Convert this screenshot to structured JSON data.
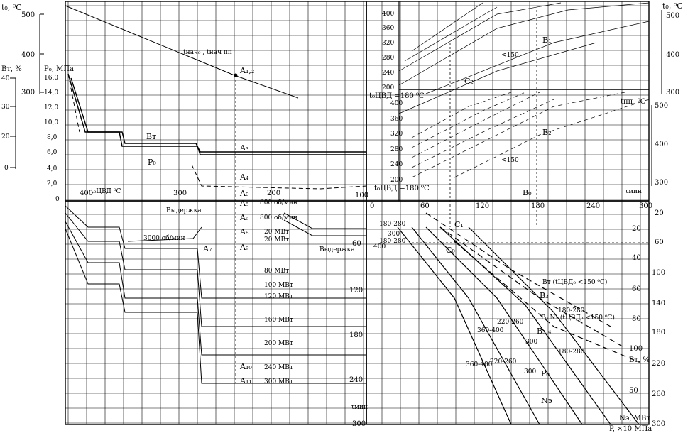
{
  "left_axes": {
    "t0": {
      "label": "t₀, ⁰C",
      "ticks": [
        "500",
        "400",
        "300"
      ]
    },
    "bt": {
      "label": "Вт, %",
      "ticks": [
        "40",
        "30",
        "20",
        "0"
      ]
    },
    "p0": {
      "label": "P₀, МПа",
      "ticks": [
        "16,0",
        "14,0",
        "12,0",
        "10,0",
        "8,0",
        "6,0",
        "4,0",
        "2,0",
        "0"
      ]
    }
  },
  "right_axes": {
    "t0": {
      "label": "t₀, ⁰C",
      "ticks": [
        "500",
        "400",
        "300"
      ]
    },
    "tpp": {
      "label": "tпп, ⁰C",
      "ticks": [
        "500",
        "400",
        "300"
      ]
    },
    "bt_bottom": {
      "label": "Вт, %",
      "ticks": [
        "100",
        "50"
      ]
    }
  },
  "top_inner_scale": {
    "ticks": [
      "400",
      "360",
      "320",
      "280",
      "240",
      "200"
    ]
  },
  "mid_inner_scale": {
    "ticks": [
      "400",
      "360",
      "320",
      "280",
      "240",
      "200"
    ]
  },
  "time_axis_left": {
    "label": "τмин",
    "ticks": [
      "400",
      "300",
      "200",
      "100"
    ]
  },
  "time_axis_right": {
    "label": "τмин",
    "ticks": [
      "0",
      "60",
      "120",
      "180",
      "240",
      "300"
    ]
  },
  "inner_tcvd": {
    "label": "t₀ЦВД ⁰C"
  },
  "tcvd_top": {
    "text": "t₀ЦВД =180 ⁰C"
  },
  "tcvd_bottom": {
    "text": "t₀ЦВД =180 ⁰C"
  },
  "tcvd_scale_right": {
    "ticks": [
      "20",
      "60",
      "100",
      "140",
      "180",
      "220",
      "260",
      "300"
    ]
  },
  "mid_vertical_ticks": {
    "ticks": [
      "20",
      "40",
      "60",
      "80",
      "100"
    ]
  },
  "bottom_left_ticks": {
    "ticks": [
      "60",
      "120",
      "180",
      "240",
      "300"
    ]
  },
  "tau_min_mid": {
    "text": "τмин"
  },
  "annotations": {
    "A12": "A₁,₂",
    "A3": "A₃",
    "A4": "A₄",
    "A0": "A₀",
    "A5": "A₅",
    "A6": "A₆",
    "A7": "A₇",
    "A8": "A₈",
    "A9": "A₉",
    "A10": "A₁₀",
    "A11": "A₁₁",
    "B0": "B₀",
    "B1": "B₁",
    "B2": "B₂",
    "B3": "B₃",
    "B34": "B₃,₄",
    "C1": "C₁",
    "C0": "C₀",
    "C2": "C₂",
    "Bt": "Вт",
    "P0": "P₀",
    "P0_bottom": "P₀",
    "Ne": "Nэ",
    "Ne_mw": "Nэ, МВт",
    "p_x10": "P, ×10 МПа",
    "t_start": "tнач₀ , tнач пп",
    "vyderzhka1": "Выдержка",
    "vyderzhka2": "Выдержка",
    "speed3000": "3000 об/мин",
    "speed800a": "800 об/мин",
    "speed800b": "800 об/мин",
    "lt150_a": "<150",
    "lt150_b": "<150",
    "bt_curve": "Вт (tЦВД₀ <150 ⁰C)",
    "p0n1_curve": "P₀ N₁ (tЦВД₀ <150 ⁰C)",
    "r180_280a": "180-280",
    "r180_280b": "180-280",
    "r180_280c": "180-280",
    "r180_280d": "180-280",
    "r300": "300",
    "r300b": "300",
    "r300c": "300",
    "r400": "400",
    "r220_260": "220-260",
    "r220_260b": "220-260",
    "r360_400": "360-400",
    "r360_400b": "360-400"
  },
  "power_lines": [
    "20 МВт",
    "20 МВт",
    "80 МВт",
    "100 МВт",
    "120 МВт",
    "160 МВт",
    "200 МВт",
    "240 МВт",
    "300 МВт"
  ],
  "colors": {
    "ink": "#000000",
    "paper": "#ffffff"
  }
}
